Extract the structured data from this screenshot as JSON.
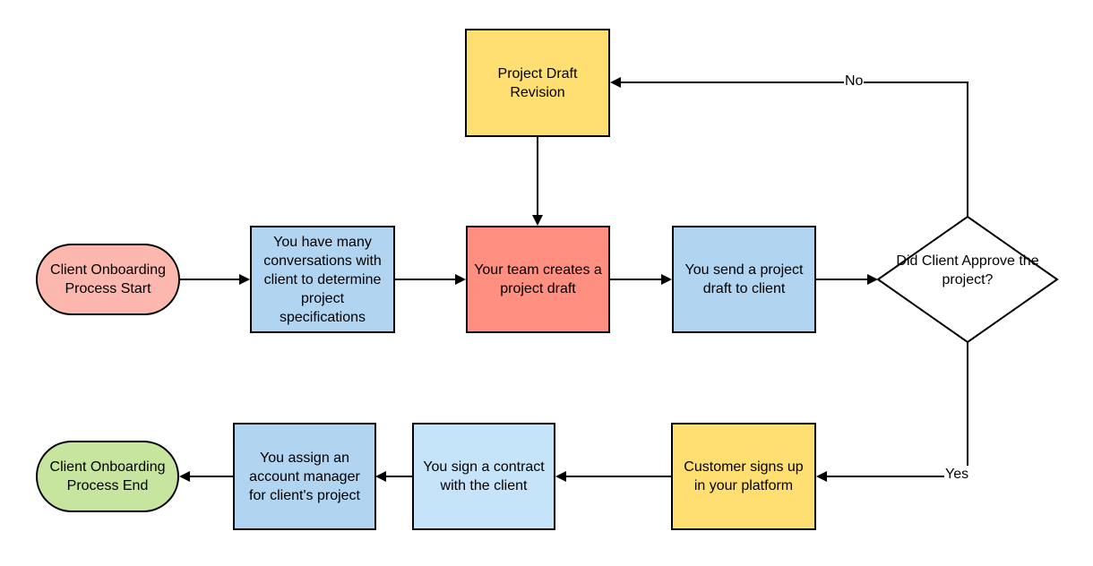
{
  "colors": {
    "start_terminal": "#fcb7af",
    "end_terminal": "#c7e59e",
    "process_blue": "#b1d4f0",
    "process_light_blue": "#c6e4f9",
    "process_red": "#ff8f80",
    "process_yellow": "#ffdf71",
    "decision_fill": "#ffffff",
    "line": "#000000"
  },
  "nodes": {
    "start": {
      "label": "Client Onboarding Process Start"
    },
    "conversations": {
      "label": "You have many conversations with client to determine project specifications"
    },
    "create_draft": {
      "label": "Your team creates a project draft"
    },
    "draft_revision": {
      "label": "Project Draft Revision"
    },
    "send_draft": {
      "label": "You send a project draft to client"
    },
    "decision": {
      "label": "Did Client Approve the project?"
    },
    "signup": {
      "label": "Customer signs up in your platform"
    },
    "contract": {
      "label": "You sign a contract with the client"
    },
    "assign_manager": {
      "label": "You assign an account manager for client's project"
    },
    "end": {
      "label": "Client Onboarding Process End"
    }
  },
  "edges": {
    "no_label": "No",
    "yes_label": "Yes"
  }
}
